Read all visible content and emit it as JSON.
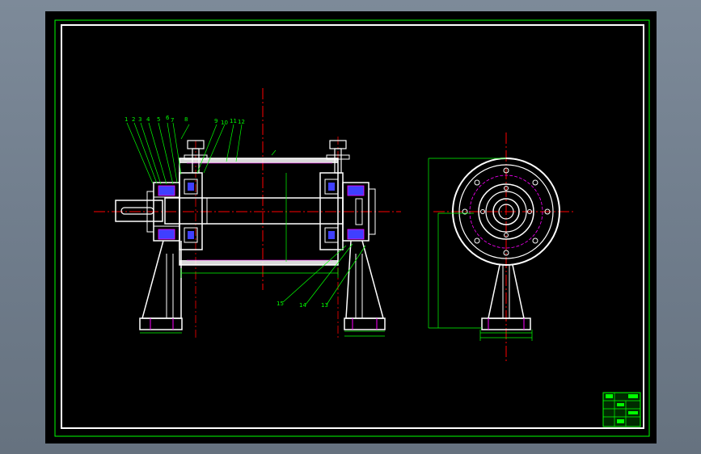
{
  "part_labels": {
    "p1": "1",
    "p2": "2",
    "p3": "3",
    "p4": "4",
    "p5": "5",
    "p6": "6",
    "p7": "7",
    "p8": "8",
    "p9": "9",
    "p10": "10",
    "p11": "11",
    "p12": "12",
    "p13": "13",
    "p14": "14",
    "p15": "15"
  },
  "colors": {
    "background": "#000000",
    "outline": "#ffffff",
    "dimension": "#00ff00",
    "centerline": "#ff0000",
    "hatch": "#ff00ff",
    "bearing": "#3f3fff"
  }
}
